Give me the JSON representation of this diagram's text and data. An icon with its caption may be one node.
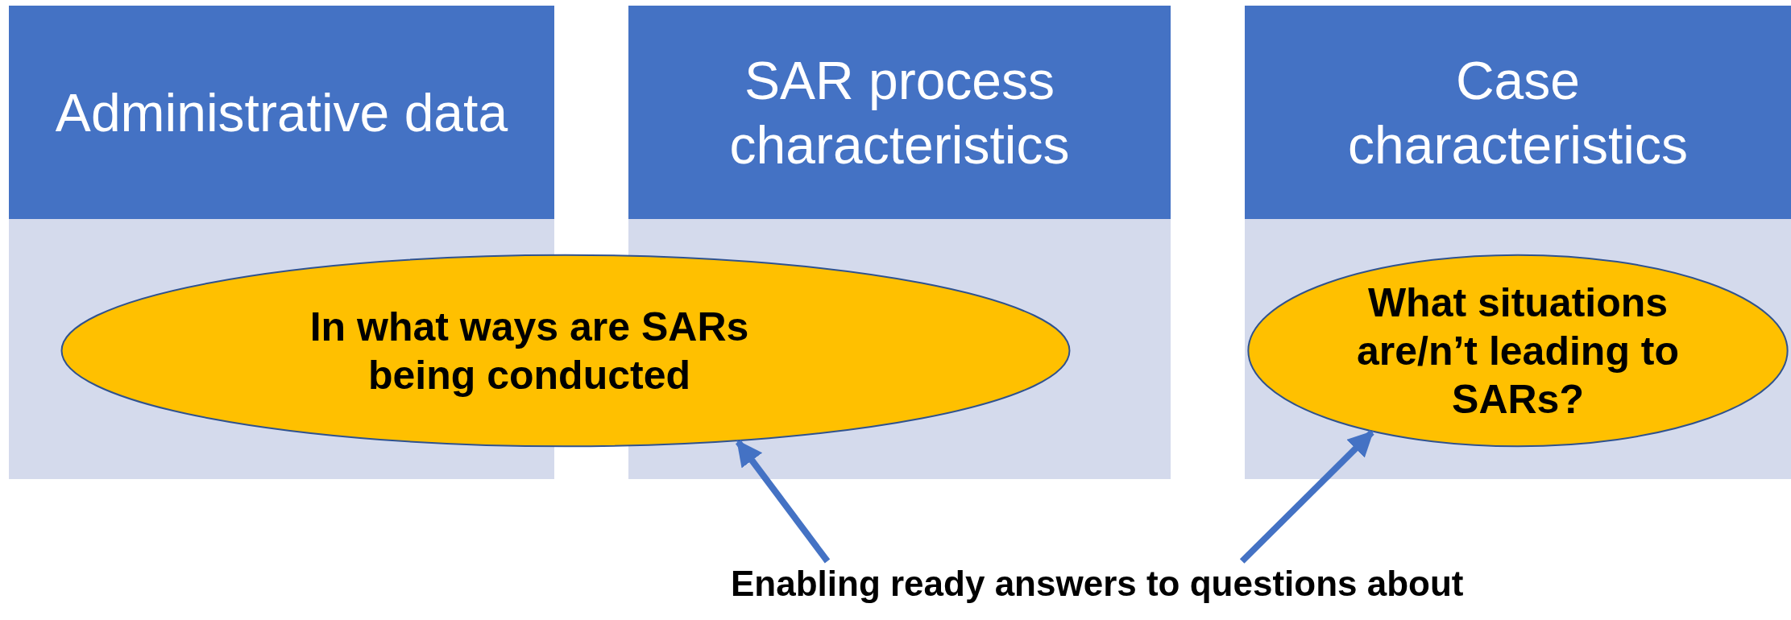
{
  "diagram": {
    "nodes": [
      {
        "text": [
          "Administrative data"
        ]
      },
      {
        "text": [
          "SAR process characteristics"
        ]
      },
      {
        "text": [
          "Case characteristics"
        ]
      },
      {
        "text": [
          "In what ways are SARs being conducted"
        ]
      },
      {
        "text": [
          "What situations are/n’t leading to SARs?"
        ]
      },
      {
        "text": [
          "Enabling ready answers to questions about"
        ]
      }
    ],
    "edges": [
      {
        "from": 5,
        "to": 3,
        "arrow": "to"
      },
      {
        "from": 5,
        "to": 4,
        "arrow": "to"
      }
    ]
  }
}
